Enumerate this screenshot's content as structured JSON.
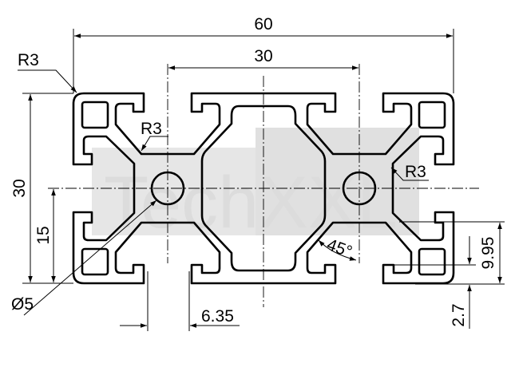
{
  "watermark": {
    "text": "TechXXL",
    "color": "#dcdcdc"
  },
  "dimensions": {
    "overall_width": "60",
    "slot_spacing": "30",
    "overall_height": "30",
    "half_height": "15",
    "corner_radius": "R3",
    "inner_radius": "R3",
    "side_radius": "R3",
    "hole_diameter": "Ø5",
    "slot_width": "6.35",
    "angle": "45°",
    "slot_depth": "9.95",
    "lip_thickness": "2.7"
  }
}
